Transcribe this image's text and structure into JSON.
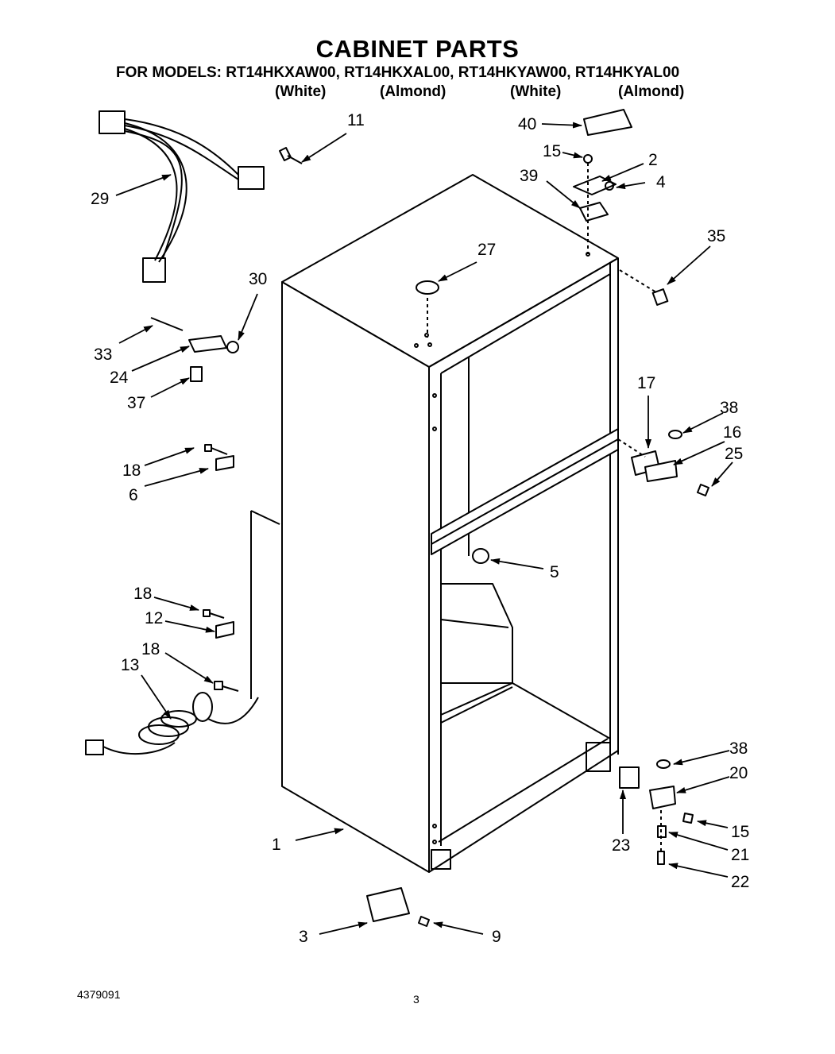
{
  "header": {
    "title": "CABINET PARTS",
    "models_line": "FOR MODELS: RT14HKXAW00, RT14HKXAL00, RT14HKYAW00, RT14HKYAL00",
    "finishes": [
      "(White)",
      "(Almond)",
      "(White)",
      "(Almond)"
    ]
  },
  "callouts": {
    "c11": "11",
    "c40": "40",
    "c15a": "15",
    "c2": "2",
    "c39": "39",
    "c4": "4",
    "c29": "29",
    "c27": "27",
    "c35": "35",
    "c30": "30",
    "c33": "33",
    "c24": "24",
    "c37": "37",
    "c17": "17",
    "c38a": "38",
    "c16": "16",
    "c25": "25",
    "c18a": "18",
    "c6": "6",
    "c5": "5",
    "c18b": "18",
    "c12": "12",
    "c18c": "18",
    "c13": "13",
    "c38b": "38",
    "c20": "20",
    "c1": "1",
    "c23": "23",
    "c15b": "15",
    "c21": "21",
    "c22": "22",
    "c3": "3",
    "c9": "9"
  },
  "footer": {
    "doc_number": "4379091",
    "page_number": "3"
  }
}
